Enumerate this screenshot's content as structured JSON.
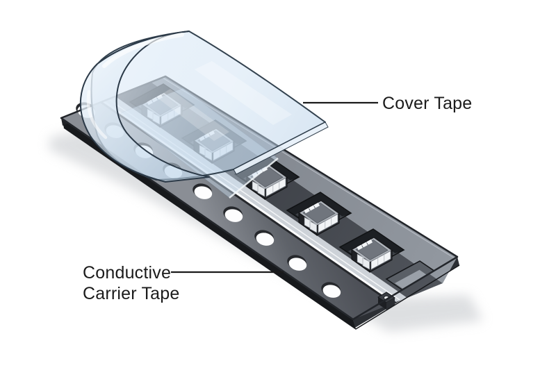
{
  "figure": {
    "background_color": "#ffffff",
    "labels": {
      "cover_tape": "Cover Tape",
      "conductive": "Conductive",
      "carrier_tape": "Carrier Tape"
    },
    "counts": {
      "sprocket_holes": 9,
      "visible_components": 5,
      "empty_pockets": 1
    },
    "colors": {
      "label_text": "#1b1b1b",
      "leader_line": "#1a1a1a",
      "tape_strip_dark": "#4c4f56",
      "tape_strip_light": "#8a8e95",
      "rail_highlight": "#ced3d9",
      "channel_dark": "#32353b",
      "channel_light": "#50545b",
      "far_rail": "#82878f",
      "pocket_cavity": "#1c1f23",
      "chip_body": "#24262b",
      "chip_lid": "#70757d",
      "lead_white": "#f2f4f6",
      "cover_tape_fill": "#d7e6f4",
      "cover_tape_edge": "#33424f",
      "shadow": "#c3c6ca"
    }
  }
}
